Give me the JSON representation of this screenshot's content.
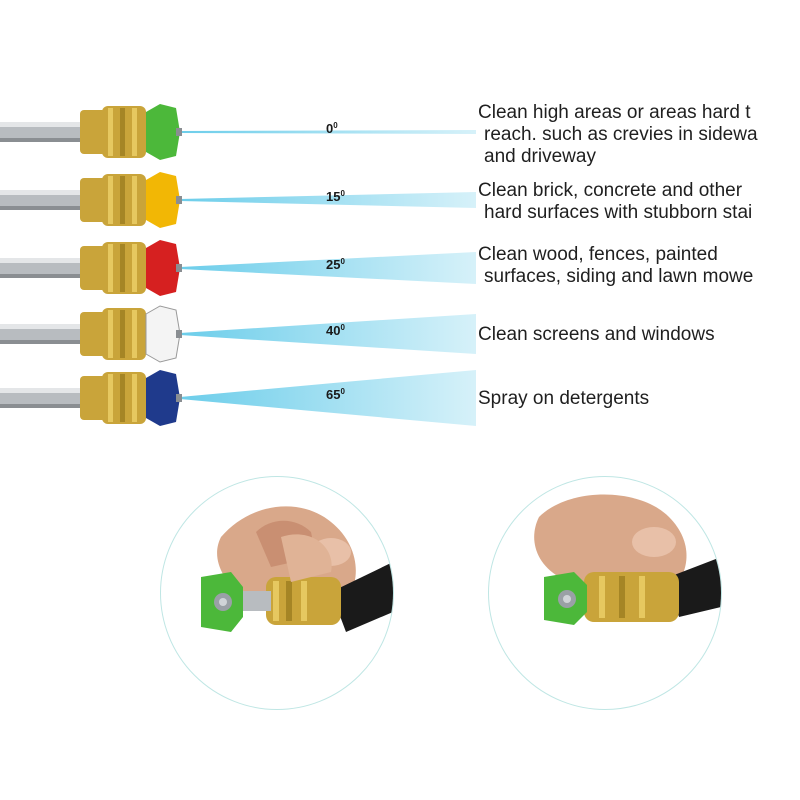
{
  "nozzles": [
    {
      "angle_value": "0",
      "angle_unit": "0",
      "color": "#4cb83a",
      "description": [
        "Clean high areas or areas hard t",
        "reach. such as crevies in sidewa",
        "and driveway"
      ],
      "icon": "green-nozzle-icon"
    },
    {
      "angle_value": "15",
      "angle_unit": "0",
      "color": "#f2b705",
      "description": [
        "Clean brick, concrete and other",
        "hard surfaces with stubborn stai"
      ],
      "icon": "yellow-nozzle-icon"
    },
    {
      "angle_value": "25",
      "angle_unit": "0",
      "color": "#d62020",
      "description": [
        "Clean wood, fences, painted",
        "surfaces, siding and lawn mowe"
      ],
      "icon": "red-nozzle-icon"
    },
    {
      "angle_value": "40",
      "angle_unit": "0",
      "color": "#f4f4f4",
      "description": [
        "Clean screens and windows"
      ],
      "icon": "white-nozzle-icon"
    },
    {
      "angle_value": "65",
      "angle_unit": "0",
      "color": "#1f3a8c",
      "description": [
        "Spray on detergents"
      ],
      "icon": "black-nozzle-icon"
    }
  ],
  "colors": {
    "spray": "#5cc8e8",
    "brass": "#c9a43a",
    "steel": "#b8bcc0",
    "photo_border": "#bfe6e4"
  },
  "photos": [
    {
      "icon": "hand-inserting-green-nozzle-photo"
    },
    {
      "icon": "hand-holding-connected-nozzle-photo"
    }
  ]
}
